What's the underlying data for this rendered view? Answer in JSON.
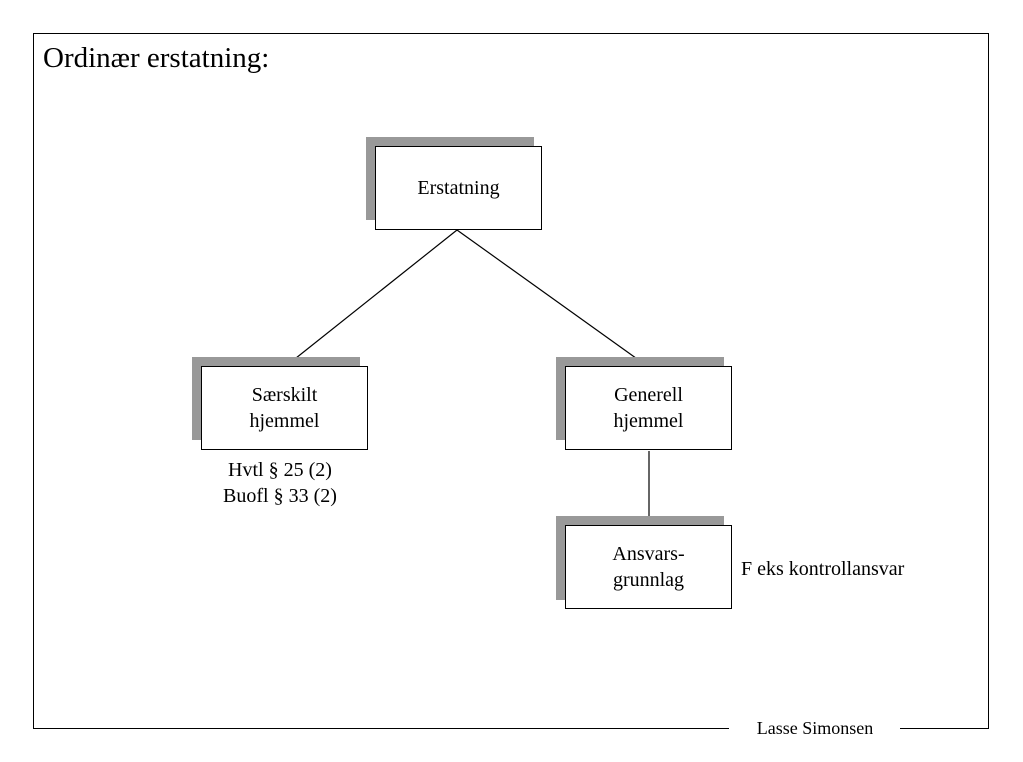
{
  "title": "Ordinær erstatning:",
  "footer": "Lasse Simonsen",
  "nodes": {
    "root": "Erstatning",
    "left": "Særskilt\nhjemmel",
    "right": "Generell\nhjemmel",
    "child": "Ansvars-\ngrunnlag"
  },
  "notes": {
    "left_line1": "Hvtl § 25 (2)",
    "left_line2": "Buofl § 33 (2)",
    "child_example": "F eks kontrollansvar"
  },
  "colors": {
    "shadow": "#999999",
    "line": "#000000",
    "box_fill": "#ffffff"
  },
  "edges": [
    {
      "from": "Erstatning",
      "to": "Særskilt hjemmel",
      "arrow": true
    },
    {
      "from": "Erstatning",
      "to": "Generell hjemmel",
      "arrow": true
    },
    {
      "from": "Generell hjemmel",
      "to": "Ansvars-grunnlag",
      "arrow": false
    }
  ]
}
